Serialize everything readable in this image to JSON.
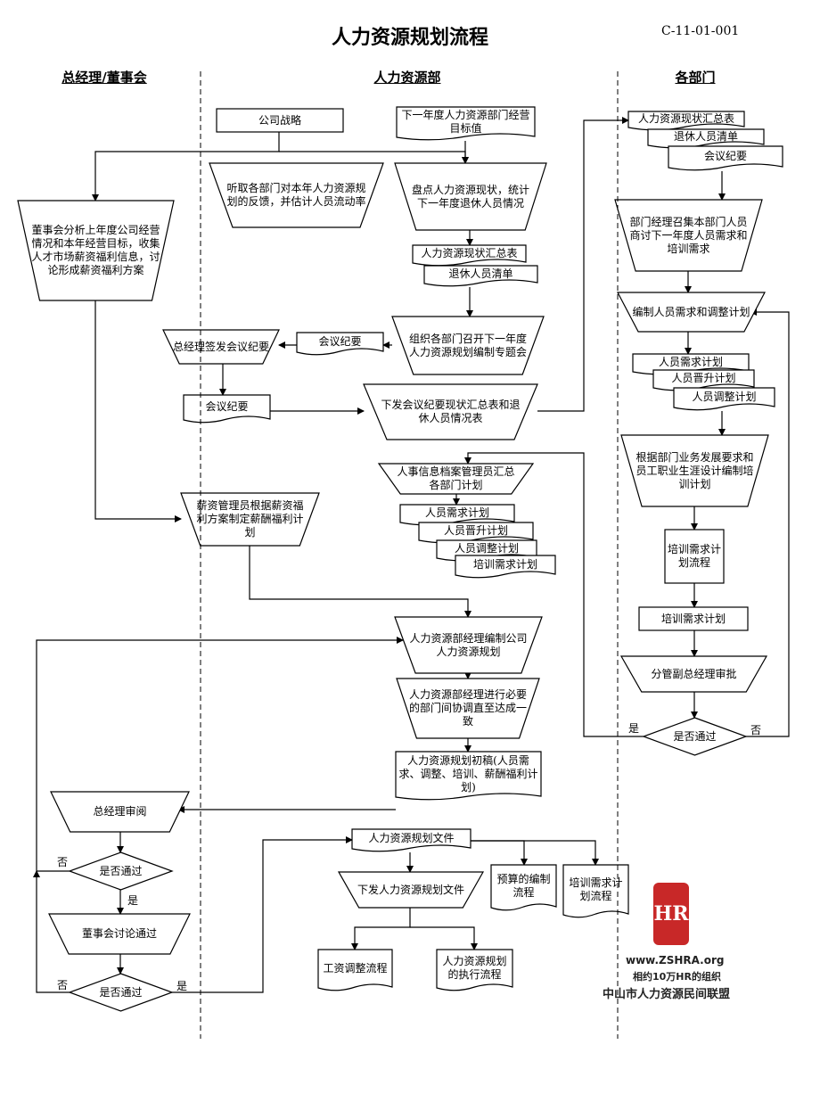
{
  "title": "人力资源规划流程",
  "doc_code": "C-11-01-001",
  "lanes": {
    "left": "总经理/董事会",
    "center": "人力资源部",
    "right": "各部门"
  },
  "nodes": {
    "n_strategy": "公司战略",
    "n_target": "下一年度人力资源部门经营目标值",
    "n_feedback": "听取各部门对本年人力资源规划的反馈，并估计人员流动率",
    "n_inventory": "盘点人力资源现状，统计下一年度退休人员情况",
    "n_board_analysis": "董事会分析上年度公司经营情况和本年经营目标，收集人才市场薪资福利信息，讨论形成薪资福利方案",
    "n_doc_status": "人力资源现状汇总表",
    "n_doc_retire": "退休人员清单",
    "n_org_meeting": "组织各部门召开下一年度人力资源规划编制专题会",
    "n_meeting_minutes": "会议纪要",
    "n_gm_sign": "总经理签发会议纪要",
    "n_minutes2": "会议纪要",
    "n_issue_minutes": "下发会议纪要现状汇总表和退休人员情况表",
    "n_dept_status": "人力资源现状汇总表",
    "n_dept_retire": "退休人员清单",
    "n_dept_minutes": "会议纪要",
    "n_dept_mgr": "部门经理召集本部门人员商讨下一年度人员需求和培训需求",
    "n_dept_plan": "编制人员需求和调整计划",
    "n_dept_demand": "人员需求计划",
    "n_dept_promo": "人员晋升计划",
    "n_dept_adjust": "人员调整计划",
    "n_dept_train_req": "根据部门业务发展要求和员工职业生涯设计编制培训计划",
    "n_train_flow": "培训需求计划流程",
    "n_train_plan": "培训需求计划",
    "n_vp_approve": "分管副总经理审批",
    "n_pass_dept": "是否通过",
    "n_archive": "人事信息档案管理员汇总各部门计划",
    "n_c_demand": "人员需求计划",
    "n_c_promo": "人员晋升计划",
    "n_c_adjust": "人员调整计划",
    "n_c_train": "培训需求计划",
    "n_salary": "薪资管理员根据薪资福利方案制定薪酬福利计划",
    "n_hr_mgr_plan": "人力资源部经理编制公司人力资源规划",
    "n_hr_coord": "人力资源部经理进行必要的部门间协调直至达成一致",
    "n_draft": "人力资源规划初稿(人员需求、调整、培训、薪酬福利计划)",
    "n_gm_review": "总经理审阅",
    "n_pass_gm": "是否通过",
    "n_board_discuss": "董事会讨论通过",
    "n_pass_board": "是否通过",
    "n_final_doc": "人力资源规划文件",
    "n_issue_final": "下发人力资源规划文件",
    "n_budget": "预算的编制流程",
    "n_train_flow2": "培训需求计划流程",
    "n_salary_adj": "工资调整流程",
    "n_exec": "人力资源规划的执行流程"
  },
  "edge_labels": {
    "yes": "是",
    "no": "否"
  },
  "watermark": {
    "url": "www.ZSHRA.org",
    "slogan": "相约10万HR的组织",
    "org": "中山市人力资源民间联盟",
    "logo_text": "HR"
  }
}
